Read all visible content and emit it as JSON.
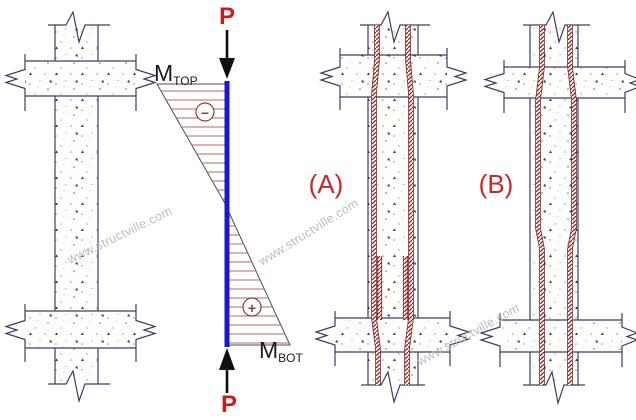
{
  "diagram": {
    "p_top": "P",
    "p_bottom": "P",
    "m_top": {
      "main": "M",
      "sub": "TOP"
    },
    "m_bot": {
      "main": "M",
      "sub": "BOT"
    },
    "negative_sign": "−",
    "positive_sign": "+",
    "label_a": "(A)",
    "label_b": "(B)"
  },
  "watermark": {
    "text": "www.structville.com",
    "color": "#bcbcbc"
  },
  "colors": {
    "moment_column_line": "#1818cf",
    "load_label": "#cc1c1c",
    "detail_label": "#cc2626",
    "moment_hatch": "#b26a6a",
    "sign_circle": "#8a3b3b",
    "rebar": "#7c2828",
    "structure_outline": "#3e3e63",
    "watermark_gray": "#bcbcbc"
  }
}
